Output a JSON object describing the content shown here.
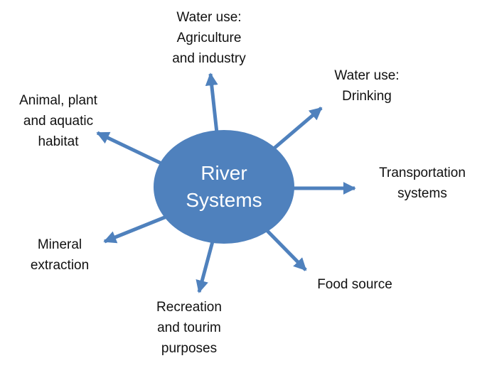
{
  "colors": {
    "node": "#4f81bd",
    "arrow": "#4f81bd",
    "text": "#111111",
    "center_text": "#ffffff"
  },
  "center": {
    "line1": "River",
    "line2": "Systems"
  },
  "branches": [
    {
      "id": "agriculture",
      "lines": [
        "Water use:",
        "Agriculture",
        "and industry"
      ]
    },
    {
      "id": "drinking",
      "lines": [
        "Water use:",
        "Drinking"
      ]
    },
    {
      "id": "transportation",
      "lines": [
        "Transportation",
        "systems"
      ]
    },
    {
      "id": "food",
      "lines": [
        "Food source"
      ]
    },
    {
      "id": "recreation",
      "lines": [
        "Recreation",
        "and tourim",
        "purposes"
      ]
    },
    {
      "id": "mineral",
      "lines": [
        "Mineral",
        "extraction"
      ]
    },
    {
      "id": "habitat",
      "lines": [
        "Animal, plant",
        "and aquatic",
        "habitat"
      ]
    }
  ]
}
